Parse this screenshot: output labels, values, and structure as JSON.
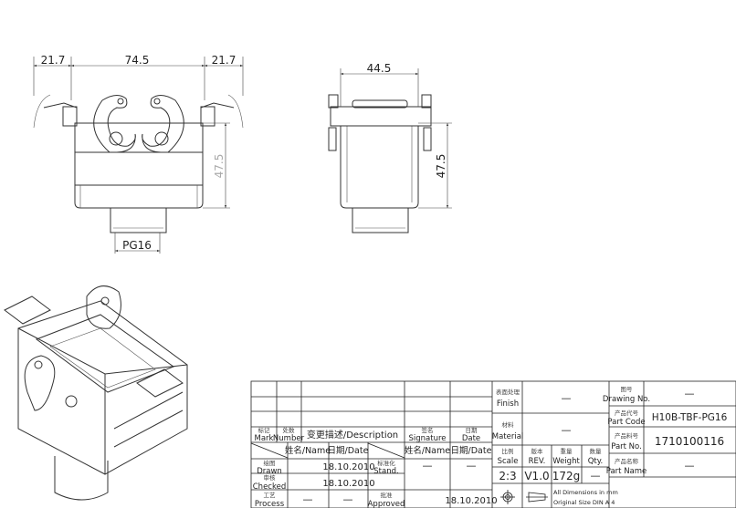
{
  "dimensions": {
    "front_left_flange": "21.7",
    "front_width": "74.5",
    "front_right_flange": "21.7",
    "front_height": "47.5",
    "thread": "PG16",
    "side_width": "44.5",
    "side_height": "47.5"
  },
  "revision_block": {
    "mark_cn": "标记",
    "mark": "Mark",
    "number_cn": "处数",
    "number": "Number",
    "description": "变更描述/Description",
    "signature_cn": "签名",
    "signature": "Signature",
    "date_cn": "日期",
    "date": "Date",
    "name_header": "姓名/Name",
    "date_header": "日期/Date",
    "name_header2": "姓名/Name",
    "date_header2": "日期/Date",
    "drawn_cn": "绘图",
    "drawn": "Drawn",
    "drawn_date": "18.10.2010",
    "checked_cn": "审核",
    "checked": "Checked",
    "checked_date": "18.10.2010",
    "process_cn": "工艺",
    "process": "Process",
    "process_name": "—",
    "process_date": "—",
    "stand_cn": "标准化",
    "stand": "Stand.",
    "stand_name": "—",
    "stand_date": "—",
    "approved_cn": "批准",
    "approved": "Approved",
    "approved_date": "18.10.2010"
  },
  "spec_block": {
    "finish_cn": "表面处理",
    "finish": "Finish",
    "finish_value": "—",
    "material_cn": "材料",
    "material": "Material",
    "material_value": "—",
    "scale_cn": "比例",
    "scale": "Scale",
    "scale_value": "2:3",
    "rev_cn": "版本",
    "rev": "REV.",
    "rev_value": "V1.0",
    "weight_cn": "重量",
    "weight": "Weight",
    "weight_value": "172g",
    "qty_cn": "数量",
    "qty": "Qty.",
    "qty_value": "—",
    "units_note": "All Dimensions in mm",
    "size_note": "Original Size DIN A 4"
  },
  "id_block": {
    "drawing_no_cn": "图号",
    "drawing_no": "Drawing No.",
    "drawing_no_value": "—",
    "part_code_cn": "产品代号",
    "part_code": "Part Code",
    "part_code_value": "H10B-TBF-PG16",
    "part_no_cn": "产品料号",
    "part_no": "Part No.",
    "part_no_value": "1710100116",
    "part_name_cn": "产品名称",
    "part_name": "Part Name",
    "part_name_value": "—"
  }
}
